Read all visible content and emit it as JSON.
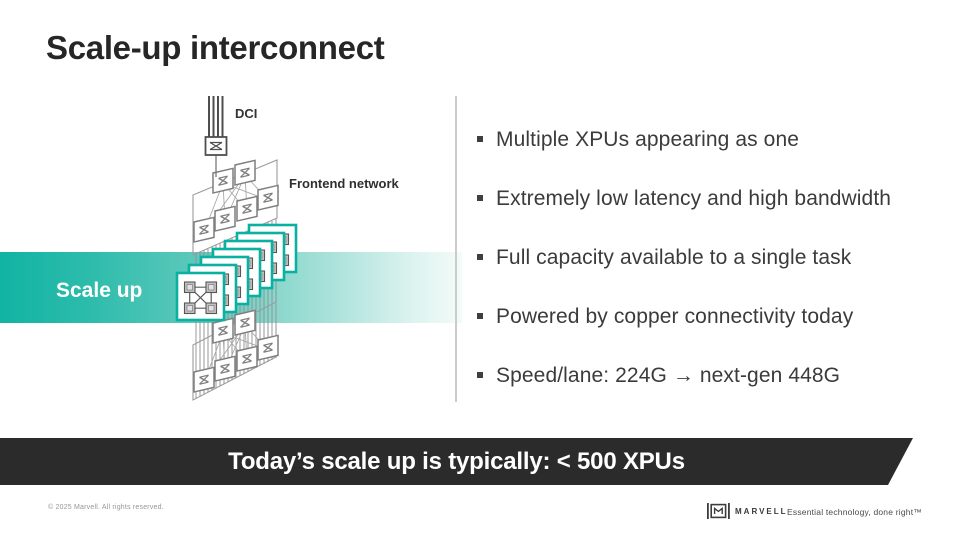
{
  "slide": {
    "title": "Scale-up interconnect",
    "diagram": {
      "dci_label": "DCI",
      "frontend_label": "Frontend network",
      "scale_up_label": "Scale up"
    },
    "bullets": [
      "Multiple XPUs appearing as one",
      "Extremely low latency and high bandwidth",
      "Full capacity available to a single task",
      "Powered by copper connectivity today",
      "Speed/lane: 224G →  next-gen 448G"
    ],
    "banner": {
      "text": "Today’s scale up is typically: < 500 XPUs"
    },
    "footer": {
      "copyright": "© 2025 Marvell. All rights reserved.",
      "brand": "MARVELL",
      "tagline": "Essential technology, done right™"
    },
    "colors": {
      "teal_accent": "#11b3a3",
      "card_border": "#0ab0a2",
      "banner_bg": "#2b2b2b",
      "body_text": "#3b3b3b"
    }
  }
}
